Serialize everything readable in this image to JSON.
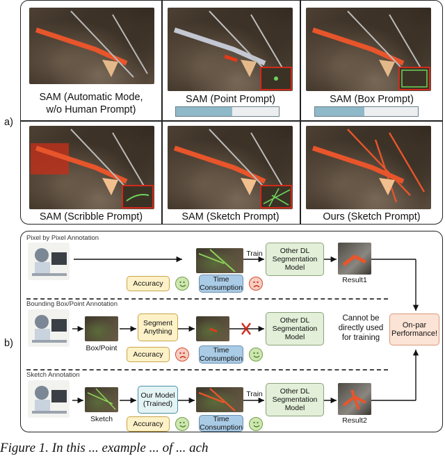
{
  "panel_a": {
    "label": "a)",
    "cells": [
      {
        "caption_lines": [
          "SAM (Automatic Mode,",
          "w/o Human Prompt)"
        ],
        "progress": null
      },
      {
        "caption_lines": [
          "SAM (Point Prompt)"
        ],
        "progress": 0.55
      },
      {
        "caption_lines": [
          "SAM (Box Prompt)"
        ],
        "progress": 0.48
      },
      {
        "caption_lines": [
          "SAM (Scribble Prompt)"
        ],
        "progress": null
      },
      {
        "caption_lines": [
          "SAM (Sketch Prompt)"
        ],
        "progress": null
      },
      {
        "caption_lines": [
          "Ours (Sketch Prompt)"
        ],
        "progress": null
      }
    ]
  },
  "panel_b": {
    "label": "b)",
    "row1": {
      "title": "Pixel by Pixel Annotation",
      "train": "Train",
      "model": [
        "Other DL",
        "Segmentation",
        "Model"
      ],
      "result": "Result1",
      "accuracy": "Accuracy",
      "time": [
        "Time",
        "Consumption"
      ],
      "accuracy_face": "happy",
      "time_face": "sad"
    },
    "row2": {
      "title": "Bounding Box/Point Annotation",
      "box_point": "Box/Point",
      "segment_anything": [
        "Segment",
        "Anything"
      ],
      "model": [
        "Other DL",
        "Segmentation",
        "Model"
      ],
      "cannot": [
        "Cannot be",
        "directly used",
        "for training"
      ],
      "accuracy": "Accuracy",
      "time": [
        "Time",
        "Consumption"
      ],
      "accuracy_face": "sad",
      "time_face": "happy"
    },
    "row3": {
      "title": "Sketch Annotation",
      "sketch": "Sketch",
      "our_model": [
        "Our Model",
        "(Trained)"
      ],
      "train": "Train",
      "model": [
        "Other DL",
        "Segmentation",
        "Model"
      ],
      "result": "Result2",
      "accuracy": "Accuracy",
      "time": [
        "Time",
        "Consumption"
      ],
      "accuracy_face": "happy",
      "time_face": "happy"
    },
    "onpar": [
      "On-par",
      "Performance!"
    ]
  },
  "figure_caption": "Figure 1. In this ... example ... of ... ach"
}
